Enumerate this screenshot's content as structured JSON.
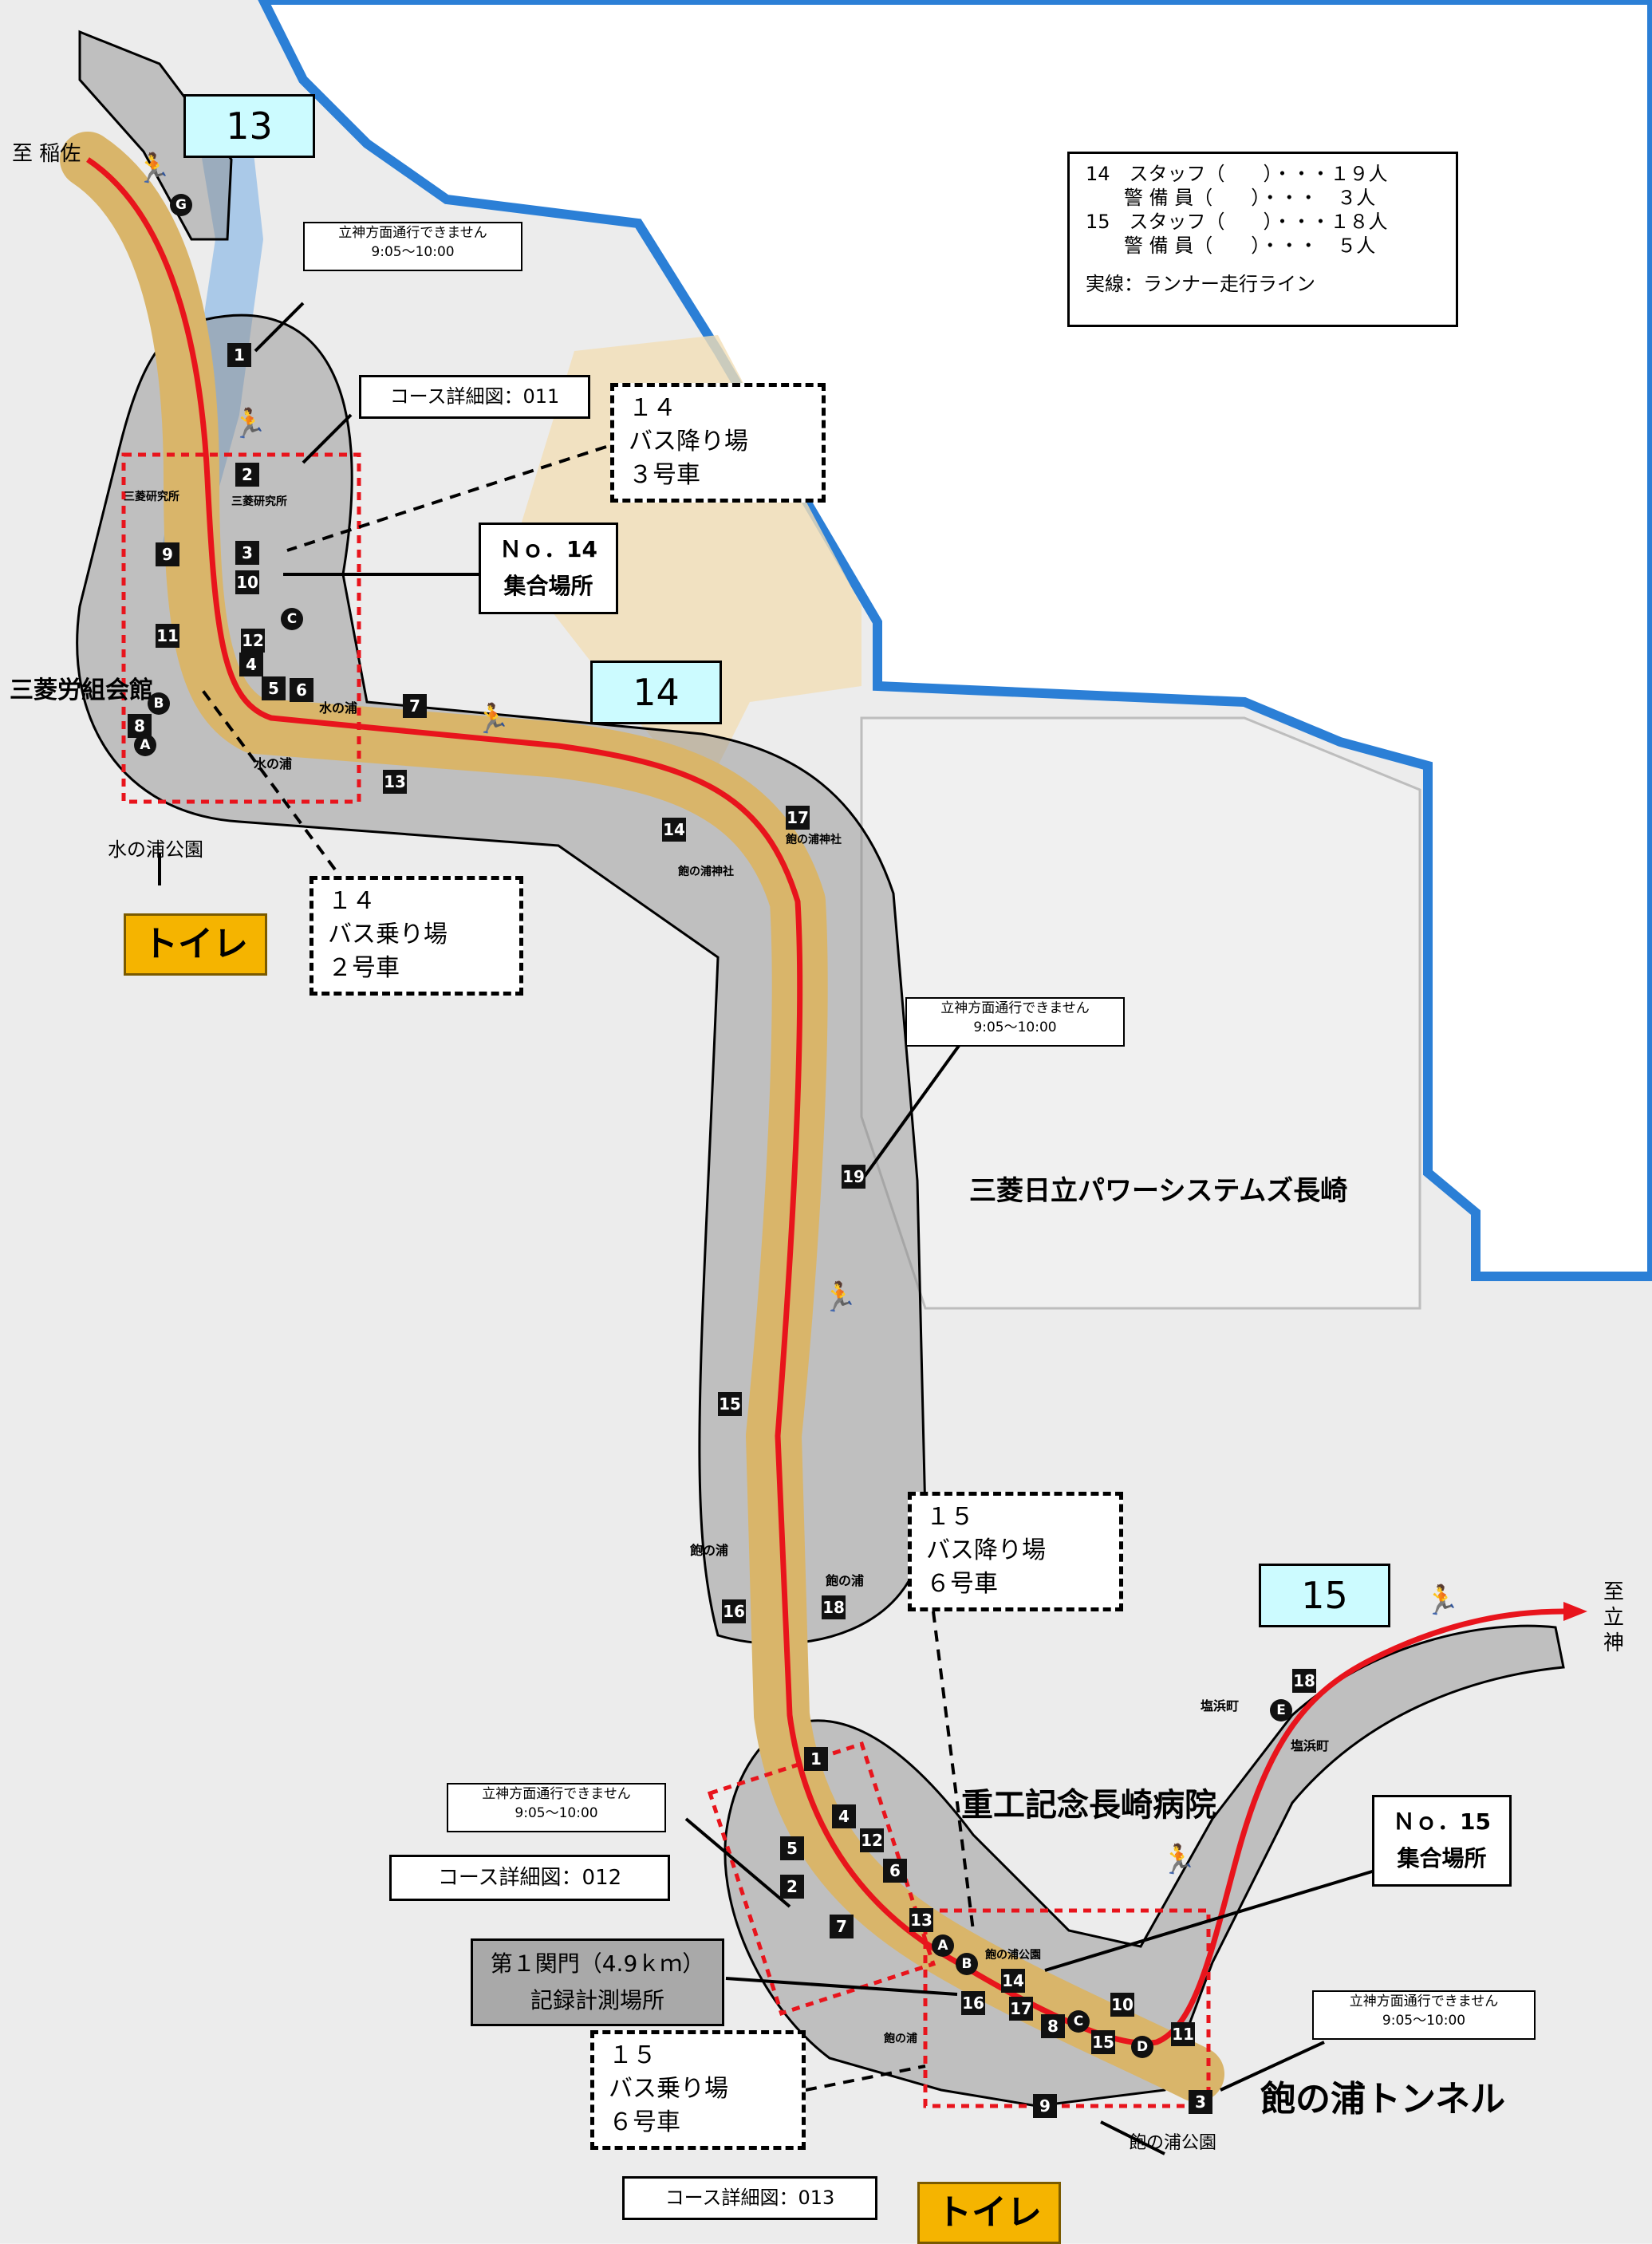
{
  "places": {
    "to_inasa": "至 稲佐",
    "to_tategami": "至\n立\n神",
    "mitsubishi_hall": "三菱労組会館",
    "mizunoura_park": "水の浦公園",
    "mhps": "三菱日立パワーシステムズ長崎",
    "hospital": "重工記念長崎病院",
    "tunnel": "飽の浦トンネル",
    "akunoura_park": "飽の浦公園"
  },
  "sections": [
    {
      "id": "13",
      "label": "13"
    },
    {
      "id": "14",
      "label": "14"
    },
    {
      "id": "15",
      "label": "15"
    }
  ],
  "legend": {
    "lines": [
      "14　スタッフ（　　）・・・１９人",
      "　　警 備 員（　　）・・・　３人",
      "15　スタッフ（　　）・・・１８人",
      "　　警 備 員（　　）・・・　５人"
    ],
    "solid_line": "実線：ランナー走行ライン"
  },
  "no_pass_notes": [
    {
      "line1": "立神方面通行できません",
      "line2": "9:05～10:00"
    },
    {
      "line1": "立神方面通行できません",
      "line2": "9:05～10:00"
    },
    {
      "line1": "立神方面通行できません",
      "line2": "9:05～10:00"
    },
    {
      "line1": "立神方面通行できません",
      "line2": "9:05～10:00"
    }
  ],
  "course_details": [
    "コース詳細図：011",
    "コース詳細図：012",
    "コース詳細図：013"
  ],
  "bus_boxes": [
    {
      "text": "１４\nバス降り場\n３号車"
    },
    {
      "text": "１４\nバス乗り場\n２号車"
    },
    {
      "text": "１５\nバス降り場\n６号車"
    },
    {
      "text": "１５\nバス乗り場\n６号車"
    }
  ],
  "meeting_points": [
    {
      "line1": "Ｎｏ．14",
      "line2": "集合場所"
    },
    {
      "line1": "Ｎｏ．15",
      "line2": "集合場所"
    }
  ],
  "checkpoint": {
    "line1": "第１関門（4.9ｋｍ）",
    "line2": "記録計測場所"
  },
  "toilet": "トイレ",
  "bus_stops": {
    "mitsubishi_lab": "三菱研究所",
    "mizunoura": "水の浦",
    "akunoura_shrine": "飽の浦神社",
    "akunoura": "飽の浦",
    "akunoura_koen": "飽の浦公園",
    "shiohama": "塩浜町"
  },
  "staff_markers_14": [
    "1",
    "2",
    "3",
    "4",
    "5",
    "6",
    "7",
    "8",
    "9",
    "10",
    "11",
    "12",
    "13",
    "14",
    "15",
    "16",
    "17",
    "18",
    "19"
  ],
  "staff_markers_15": [
    "1",
    "2",
    "3",
    "4",
    "5",
    "6",
    "7",
    "8",
    "9",
    "10",
    "11",
    "12",
    "13",
    "14",
    "15",
    "16",
    "17",
    "18"
  ],
  "guard_markers_14": [
    "A",
    "B",
    "C",
    "G"
  ],
  "guard_markers_15": [
    "A",
    "B",
    "C",
    "D",
    "E"
  ],
  "colors": {
    "route_red": "#e8141c",
    "road_tan": "#d9b56a",
    "zone_gray": "#a8a8a8",
    "sea_blue": "#2b7fd6",
    "label_cyan": "#ccfbff",
    "toilet_orange": "#f5b400"
  }
}
